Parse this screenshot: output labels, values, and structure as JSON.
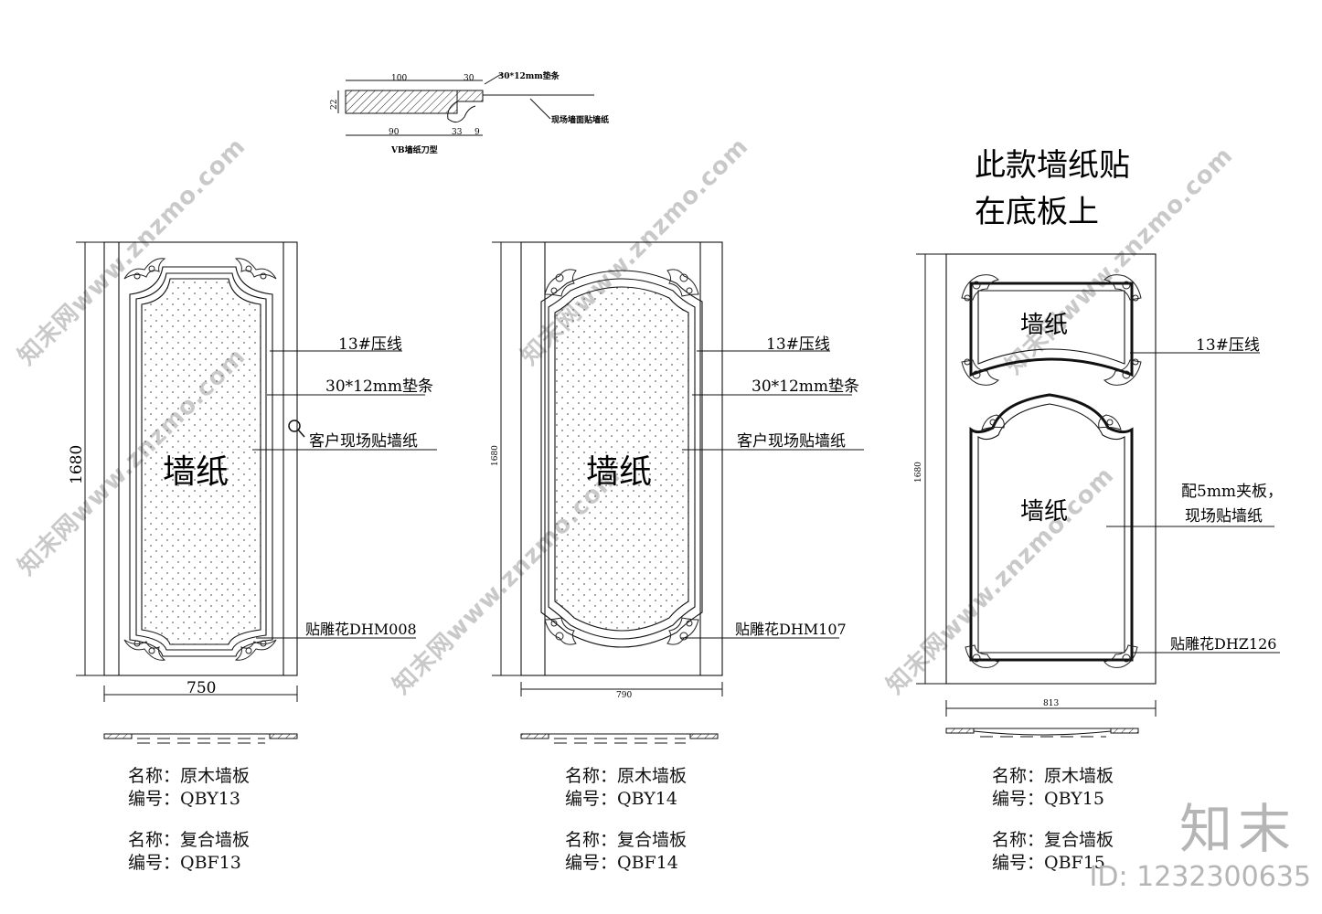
{
  "watermark": {
    "text": "知末网www.znzmo.com"
  },
  "brand": {
    "name": "知末",
    "id": "ID: 1232300635"
  },
  "note": {
    "line1": "此款墙纸贴",
    "line2": "在底板上"
  },
  "section_detail": {
    "dim_top_100": "100",
    "dim_top_30": "30",
    "label_strip": "30*12mm垫条",
    "dim_22": "22",
    "dim_90": "90",
    "dim_33": "33",
    "dim_9": "9",
    "label_wall": "现场墙面贴墙纸",
    "label_caption": "VB墙纸刀型"
  },
  "panels": [
    {
      "wall_label": "墙纸",
      "width_dim": "750",
      "height_dim": "1680",
      "callouts": [
        "13#压线",
        "30*12mm垫条",
        "客户现场贴墙纸",
        "贴雕花DHM008"
      ],
      "name1_label": "名称：原木墙板",
      "code1_label": "编号：QBY13",
      "name2_label": "名称：复合墙板",
      "code2_label": "编号：QBF13"
    },
    {
      "wall_label": "墙纸",
      "width_dim": "790",
      "height_dim": "1680",
      "callouts": [
        "13#压线",
        "30*12mm垫条",
        "客户现场贴墙纸",
        "贴雕花DHM107"
      ],
      "name1_label": "名称：原木墙板",
      "code1_label": "编号：QBY14",
      "name2_label": "名称：复合墙板",
      "code2_label": "编号：QBF14"
    },
    {
      "wall_label_top": "墙纸",
      "wall_label_bottom": "墙纸",
      "width_dim": "813",
      "height_dim": "1680",
      "callouts": [
        "13#压线",
        "配5mm夹板，",
        "现场贴墙纸",
        "贴雕花DHZ126"
      ],
      "name1_label": "名称：原木墙板",
      "code1_label": "编号：QBY15",
      "name2_label": "名称：复合墙板",
      "code2_label": "编号：QBF15"
    }
  ]
}
